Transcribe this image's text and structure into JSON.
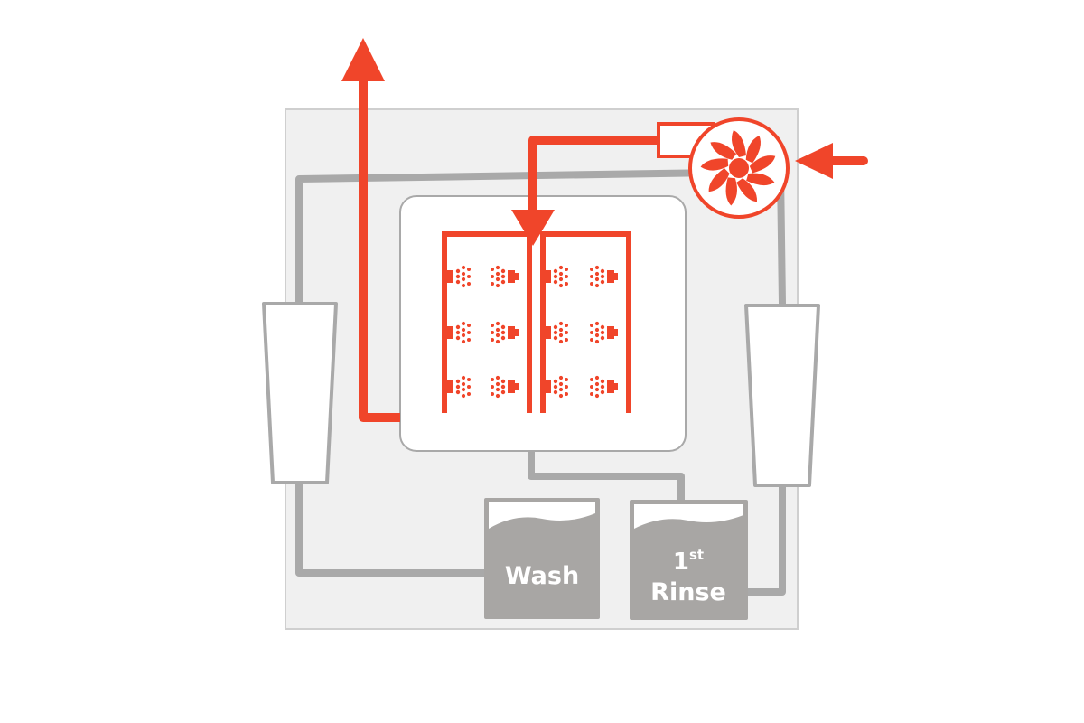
{
  "colors": {
    "accent": "#f0452a",
    "pipe_gray": "#a9a9a9",
    "tank_gray": "#a8a6a4",
    "panel_fill": "#f0f0f0",
    "panel_border": "#cfcfcf"
  },
  "icons": {
    "blower": "fan-icon",
    "nozzle": "spray-nozzle-icon"
  },
  "tanks": {
    "wash": {
      "label": "Wash"
    },
    "rinse": {
      "line1_base": "1",
      "line1_sup": "st",
      "line2": "Rinse"
    }
  }
}
